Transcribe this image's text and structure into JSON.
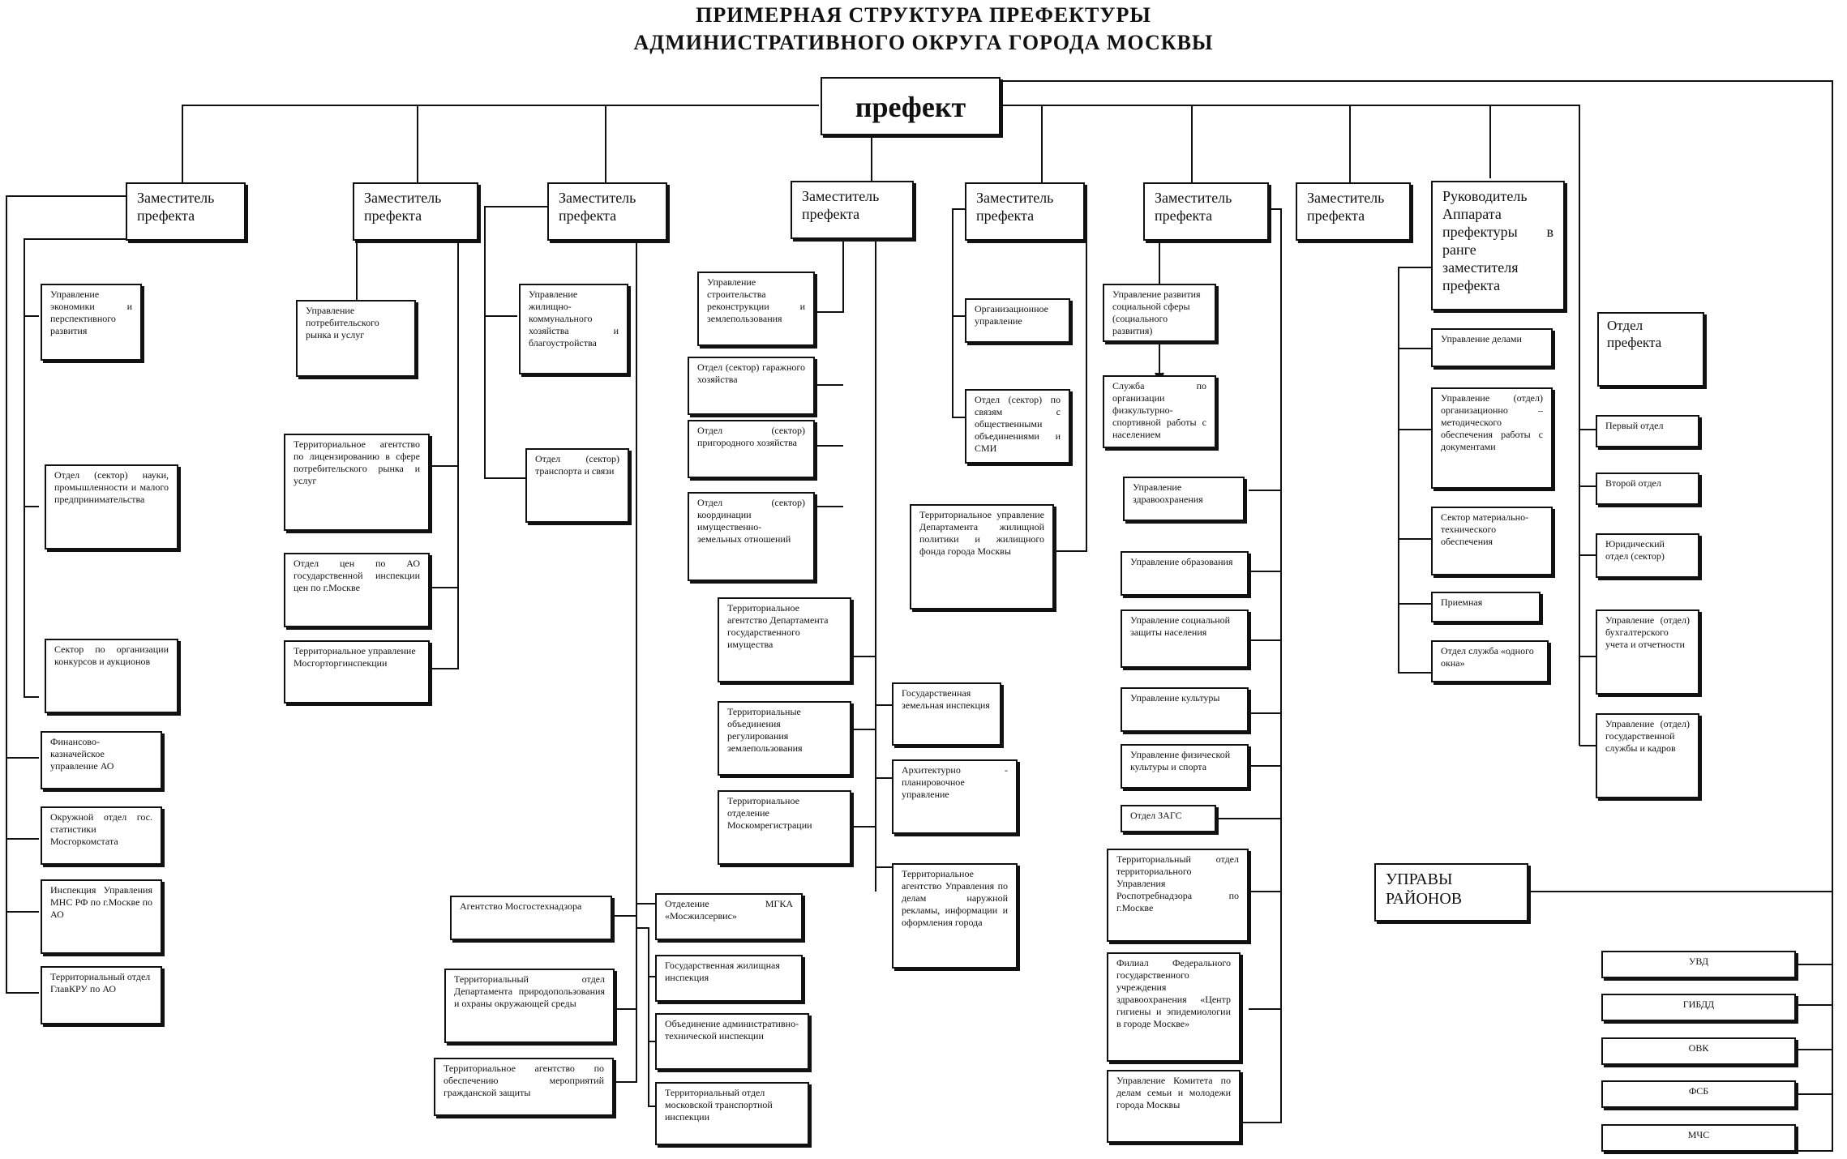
{
  "title": {
    "line1": "ПРИМЕРНАЯ СТРУКТУРА ПРЕФЕКТУРЫ",
    "line2": "АДМИНИСТРАТИВНОГО ОКРУГА ГОРОДА МОСКВЫ"
  },
  "top": {
    "prefect": "префект"
  },
  "deputies": [
    "Заместитель префекта",
    "Заместитель префекта",
    "Заместитель префекта",
    "Заместитель префекта",
    "Заместитель префекта",
    "Заместитель префекта",
    "Заместитель префекта",
    "Руководитель Аппарата префектуры в ранге заместителя префекта"
  ],
  "col1": [
    "Управление экономики и перспективного развития",
    "Отдел (сектор) науки, промышленности и малого предпринимательства",
    "Сектор по организации конкурсов и аукционов",
    "Финансово-казначейское управление АО",
    "Окружной отдел гос. статистики Мосгоркомстата",
    "Инспекция Управления МНС РФ по г.Москве по АО",
    "Территориальный отдел ГлавКРУ по АО"
  ],
  "col2": [
    "Управление потребительского рынка и услуг",
    "Территориальное агентство по лицензированию в сфере потребительского рынка и услуг",
    "Отдел цен по АО государственной инспекции цен по г.Москве",
    "Территориальное управление Мосгорторгинспекции"
  ],
  "col3": [
    "Управление жилищно-коммунального хозяйства и благоустройства",
    "Отдел (сектор) транспорта и связи",
    "Агентство Мосгостехнадзора",
    "Территориальный отдел Департамента природопользования и охраны окружающей среды",
    "Территориальное агентство по обеспечению мероприятий гражданской защиты",
    "Отделение МГКА «Мосжилсервис»",
    "Государственная жилищная инспекция",
    "Объединение административно-технической инспекции",
    "Территориальный отдел московской транспортной инспекции"
  ],
  "col4": [
    "Управление строительства реконструкции и землепользования",
    "Отдел (сектор) гаражного хозяйства",
    "Отдел (сектор) пригородного хозяйства",
    "Отдел (сектор) координации имущественно-земельных отношений",
    "Территориальное агентство Департамента государственного имущества",
    "Территориальные объединения регулирования землепользования",
    "Территориальное отделение Москомрегистрации",
    "Государственная земельная инспекция",
    "Архитектурно - планировочное управление",
    "Территориальное агентство Управления по делам наружной рекламы, информации и оформления города"
  ],
  "col5": [
    "Организационное управление",
    "Отдел (сектор) по связям с общественными объединениями и СМИ",
    "Территориальное управление Департамента жилищной политики и жилищного фонда города Москвы"
  ],
  "col6": [
    "Управление развития социальной сферы (социального развития)",
    "Служба по организации физкультурно-спортивной работы с населением",
    "Управление здравоохранения",
    "Управление образования",
    "Управление социальной защиты населения",
    "Управление культуры",
    "Управление физической культуры и спорта",
    "Отдел ЗАГС",
    "Территориальный отдел территориального Управления Роспотребнадзора по г.Москве",
    "Филиал Федерального государственного учреждения здравоохранения «Центр гигиены и эпидемиологии в городе Москве»",
    "Управление Комитета по делам семьи и молодежи города Москвы"
  ],
  "col8": [
    "Управление делами",
    "Управление (отдел) организационно – методического обеспечения работы с документами",
    "Сектор материально-технического обеспечения",
    "Приемная",
    "Отдел служба «одного окна»"
  ],
  "col9": [
    "Отдел префекта",
    "Первый отдел",
    "Второй отдел",
    "Юридический отдел (сектор)",
    "Управление (отдел) бухгалтерского учета и отчетности",
    "Управление (отдел) государственной службы и кадров"
  ],
  "upravy": "УПРАВЫ РАЙОНОВ",
  "agencies": [
    "УВД",
    "ГИБДД",
    "ОВК",
    "ФСБ",
    "МЧС"
  ]
}
